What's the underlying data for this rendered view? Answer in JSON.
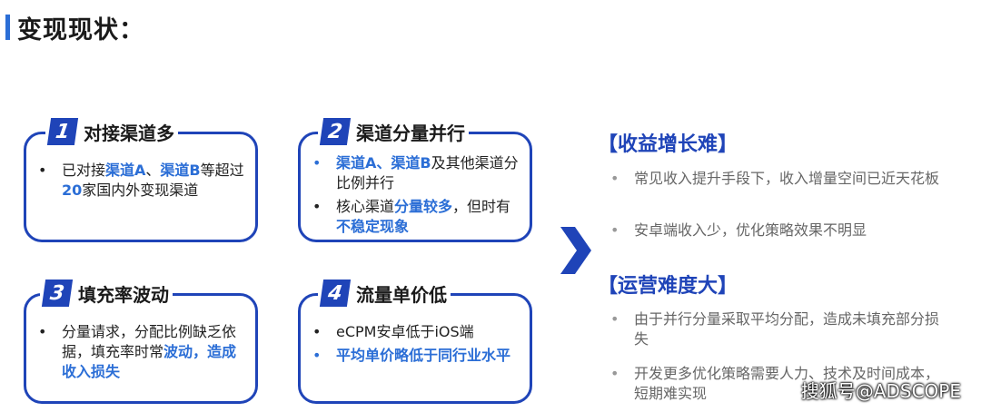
{
  "page_title": "变现现状：",
  "cards": [
    {
      "num": "1",
      "title": "对接渠道多",
      "b1": {
        "pre": "已对接",
        "hl1": "渠道A",
        "mid": "、",
        "hl2": "渠道B",
        "post": "等超过",
        "hl3": "20",
        "post2": "家国内外变现渠道"
      }
    },
    {
      "num": "2",
      "title": "渠道分量并行",
      "b1": {
        "hl1": "渠道A",
        "mid": "、",
        "hl2": "渠道B",
        "post": "及其他渠道分比例并行"
      },
      "b2": {
        "pre": "核心渠道",
        "hl1": "分量较多",
        "mid": "，但时有",
        "hl2": "不稳定现象"
      }
    },
    {
      "num": "3",
      "title": "填充率波动",
      "b1": {
        "pre": "分量请求，分配比例缺乏依据，填充率时常",
        "hl1": "波动，造成收入损失"
      }
    },
    {
      "num": "4",
      "title": "流量单价低",
      "b1": {
        "pre": "eCPM安卓低于iOS端"
      },
      "b2": {
        "hl1": "平均单价略低于同行业水平"
      }
    }
  ],
  "right": {
    "sec1_title": "【收益增长难】",
    "sec1_items": [
      "常见收入提升手段下，收入增量空间已近天花板",
      "安卓端收入少，优化策略效果不明显"
    ],
    "sec2_title": "【运营难度大】",
    "sec2_items": [
      "由于并行分量采取平均分配，造成未填充部分损失",
      "开发更多优化策略需要人力、技术及时间成本，短期难实现"
    ]
  },
  "bullet": "•",
  "watermark": "搜狐号@ADSCOPE",
  "colors": {
    "accent": "#1f44b8",
    "highlight": "#2b6ed6"
  }
}
